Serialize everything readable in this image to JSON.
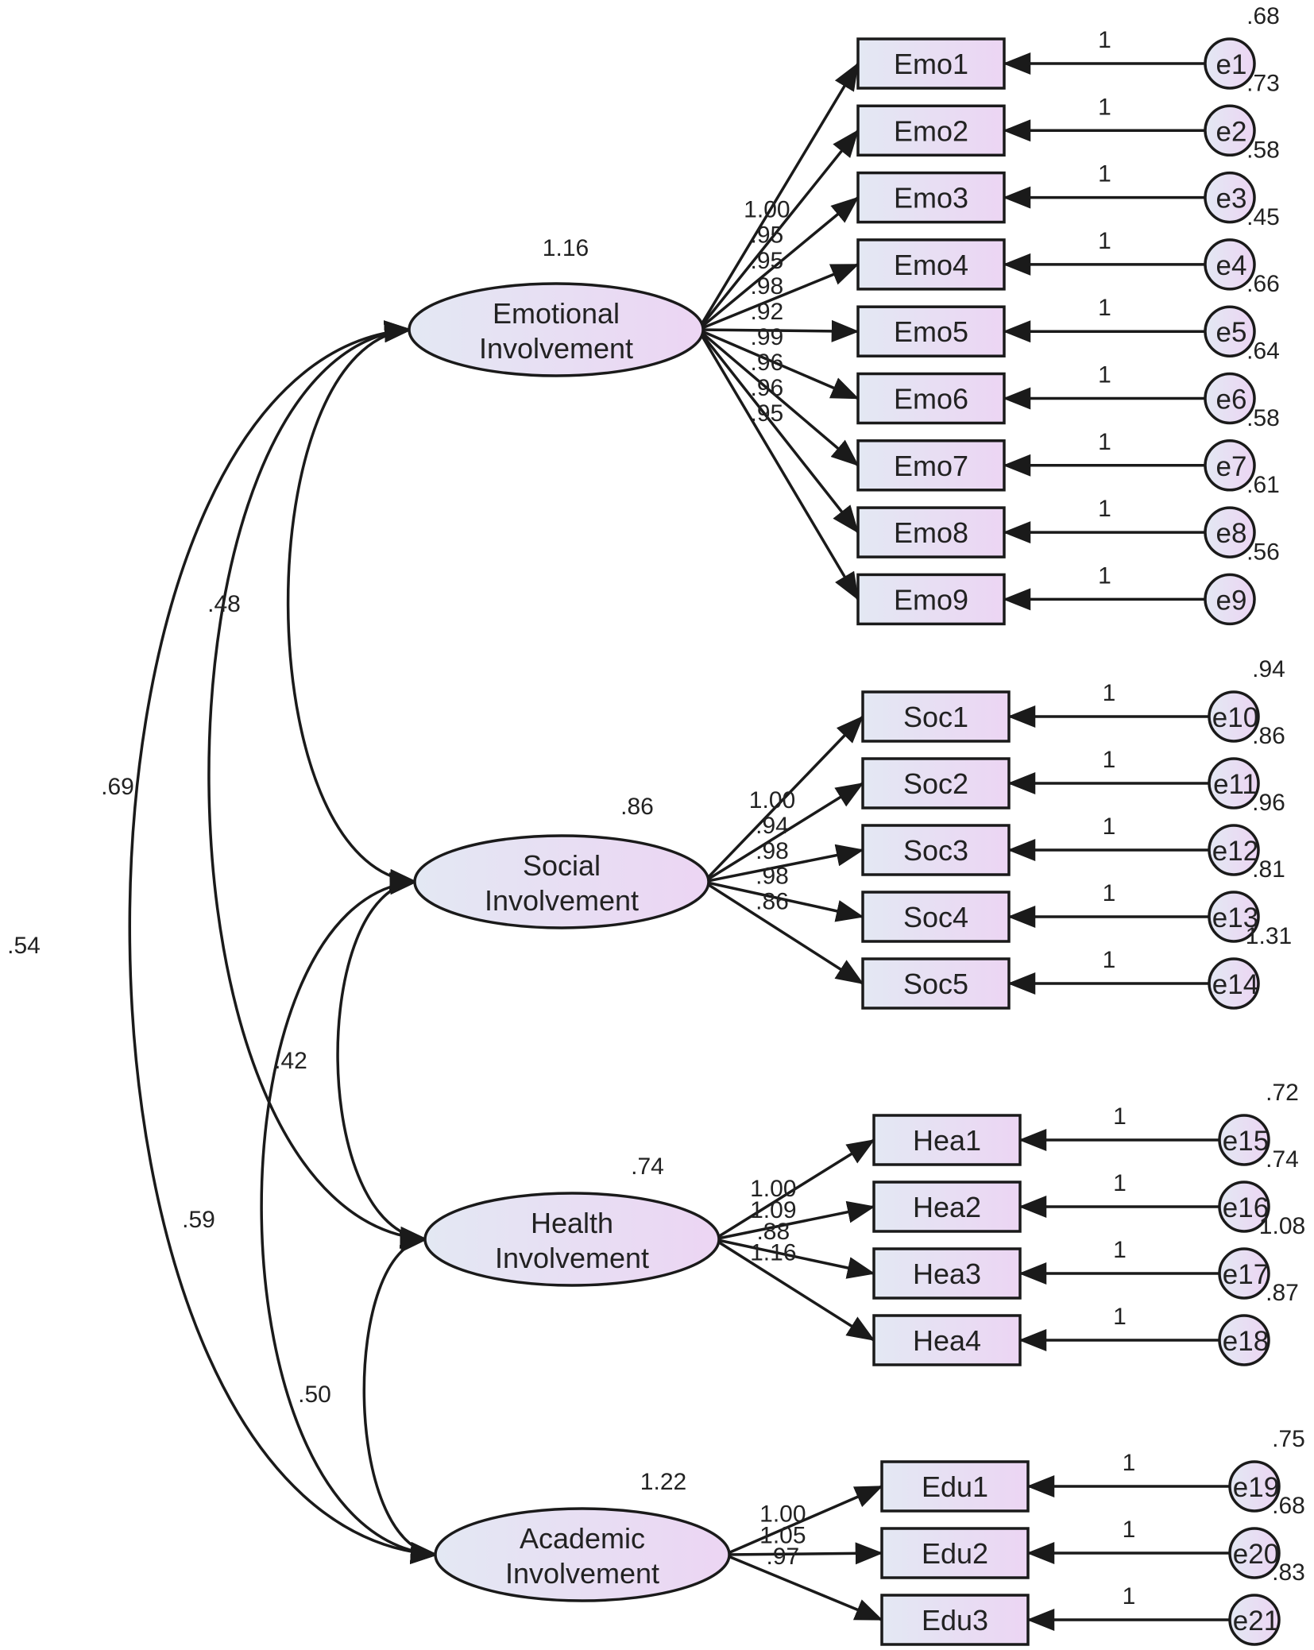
{
  "colors": {
    "stroke": "#1a1a1a",
    "text": "#222222",
    "fill_left": "#e3e8f3",
    "fill_right": "#ecd5f3"
  },
  "latents": [
    {
      "id": "emo",
      "label_lines": [
        "Emotional",
        "Involvement"
      ],
      "variance": "1.16"
    },
    {
      "id": "soc",
      "label_lines": [
        "Social",
        "Involvement"
      ],
      "variance": ".86"
    },
    {
      "id": "hea",
      "label_lines": [
        "Health",
        "Involvement"
      ],
      "variance": ".74"
    },
    {
      "id": "edu",
      "label_lines": [
        "Academic",
        "Involvement"
      ],
      "variance": "1.22"
    }
  ],
  "indicators": {
    "emo": [
      {
        "name": "Emo1",
        "loading": "1.00",
        "error": "e1",
        "error_var": ".68",
        "error_path": "1"
      },
      {
        "name": "Emo2",
        "loading": ".95",
        "error": "e2",
        "error_var": ".73",
        "error_path": "1"
      },
      {
        "name": "Emo3",
        "loading": ".95",
        "error": "e3",
        "error_var": ".58",
        "error_path": "1"
      },
      {
        "name": "Emo4",
        "loading": ".98",
        "error": "e4",
        "error_var": ".45",
        "error_path": "1"
      },
      {
        "name": "Emo5",
        "loading": ".92",
        "error": "e5",
        "error_var": ".66",
        "error_path": "1"
      },
      {
        "name": "Emo6",
        "loading": ".99",
        "error": "e6",
        "error_var": ".64",
        "error_path": "1"
      },
      {
        "name": "Emo7",
        "loading": ".96",
        "error": "e7",
        "error_var": ".58",
        "error_path": "1"
      },
      {
        "name": "Emo8",
        "loading": ".96",
        "error": "e8",
        "error_var": ".61",
        "error_path": "1"
      },
      {
        "name": "Emo9",
        "loading": ".95",
        "error": "e9",
        "error_var": ".56",
        "error_path": "1"
      }
    ],
    "soc": [
      {
        "name": "Soc1",
        "loading": "1.00",
        "error": "e10",
        "error_var": ".94",
        "error_path": "1"
      },
      {
        "name": "Soc2",
        "loading": ".94",
        "error": "e11",
        "error_var": ".86",
        "error_path": "1"
      },
      {
        "name": "Soc3",
        "loading": ".98",
        "error": "e12",
        "error_var": ".96",
        "error_path": "1"
      },
      {
        "name": "Soc4",
        "loading": ".98",
        "error": "e13",
        "error_var": ".81",
        "error_path": "1"
      },
      {
        "name": "Soc5",
        "loading": ".86",
        "error": "e14",
        "error_var": "1.31",
        "error_path": "1"
      }
    ],
    "hea": [
      {
        "name": "Hea1",
        "loading": "1.00",
        "error": "e15",
        "error_var": ".72",
        "error_path": "1"
      },
      {
        "name": "Hea2",
        "loading": "1.09",
        "error": "e16",
        "error_var": ".74",
        "error_path": "1"
      },
      {
        "name": "Hea3",
        "loading": ".88",
        "error": "e17",
        "error_var": "1.08",
        "error_path": "1"
      },
      {
        "name": "Hea4",
        "loading": "1.16",
        "error": "e18",
        "error_var": ".87",
        "error_path": "1"
      }
    ],
    "edu": [
      {
        "name": "Edu1",
        "loading": "1.00",
        "error": "e19",
        "error_var": ".75",
        "error_path": "1"
      },
      {
        "name": "Edu2",
        "loading": "1.05",
        "error": "e20",
        "error_var": ".68",
        "error_path": "1"
      },
      {
        "name": "Edu3",
        "loading": ".97",
        "error": "e21",
        "error_var": ".83",
        "error_path": "1"
      }
    ]
  },
  "covariances": [
    {
      "from": "emo",
      "to": "soc",
      "value": ".48"
    },
    {
      "from": "emo",
      "to": "hea",
      "value": ".69"
    },
    {
      "from": "emo",
      "to": "edu",
      "value": ".54"
    },
    {
      "from": "soc",
      "to": "hea",
      "value": ".42"
    },
    {
      "from": "soc",
      "to": "edu",
      "value": ".59"
    },
    {
      "from": "hea",
      "to": "edu",
      "value": ".50"
    }
  ]
}
